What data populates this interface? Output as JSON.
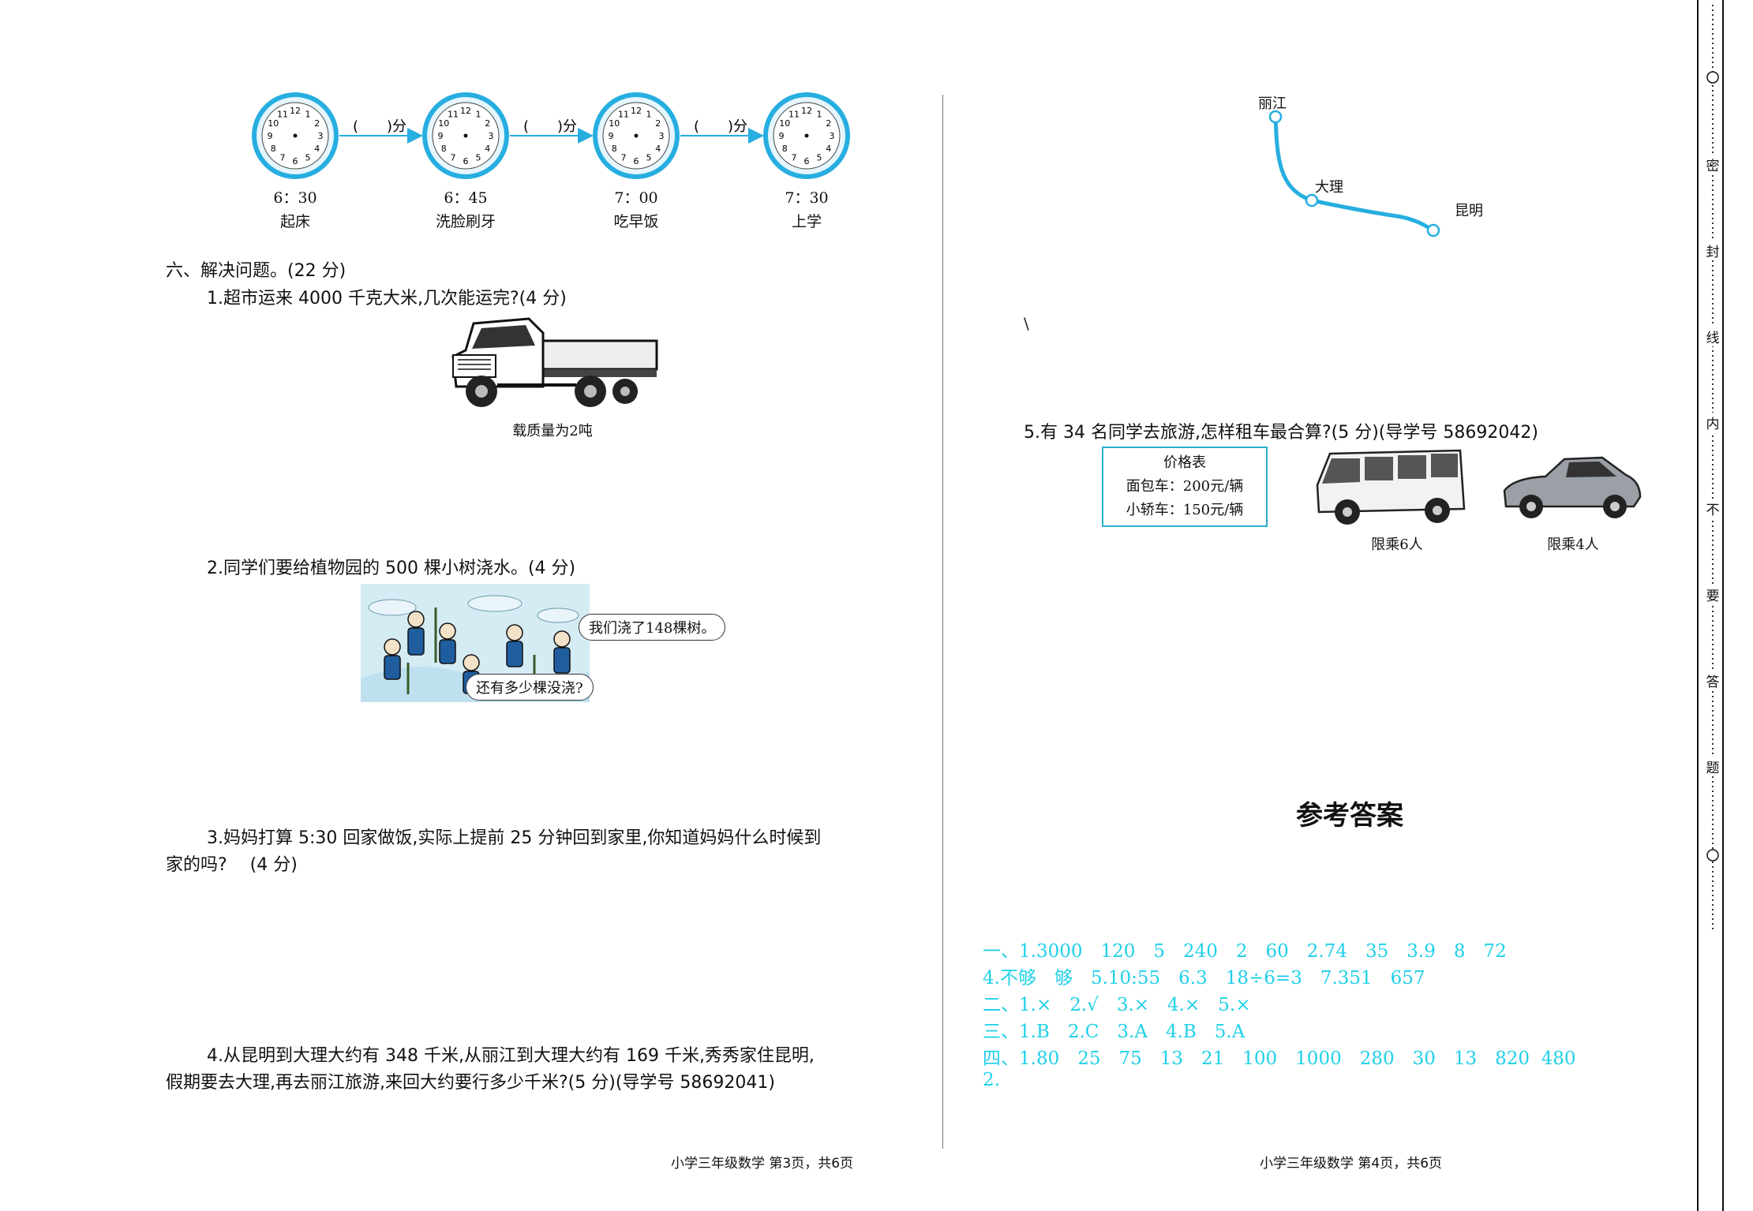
{
  "clocks": [
    {
      "time": "6：30",
      "label": "起床"
    },
    {
      "time": "6：45",
      "label": "洗脸刷牙"
    },
    {
      "time": "7：00",
      "label": "吃早饭"
    },
    {
      "time": "7：30",
      "label": "上学"
    }
  ],
  "clock_numbers": [
    "12",
    "1",
    "2",
    "3",
    "4",
    "5",
    "6",
    "7",
    "8",
    "9",
    "10",
    "11"
  ],
  "arrow_blank": "(　　)分",
  "section6": {
    "title": "六、解决问题。(22 分)",
    "q1": "1.超市运来 4000 千克大米,几次能运完?(4 分)",
    "truck_caption": "载质量为2吨",
    "q2": "2.同学们要给植物园的 500 棵小树浇水。(4 分)",
    "bubble1": "我们浇了148棵树。",
    "bubble2": "还有多少棵没浇?",
    "q3_line1": "3.妈妈打算 5:30 回家做饭,实际上提前 25 分钟回到家里,你知道妈妈什么时候到",
    "q3_line2": "家的吗?　 (4 分)",
    "q4_line1": "4.从昆明到大理大约有 348 千米,从丽江到大理大约有 169 千米,秀秀家住昆明,",
    "q4_line2": "假期要去大理,再去丽江旅游,来回大约要行多少千米?(5 分)(导学号 58692041)"
  },
  "map": {
    "lijiang": "丽江",
    "dali": "大理",
    "kunming": "昆明"
  },
  "stray_mark": "\\",
  "q5": {
    "text": "5.有 34 名同学去旅游,怎样租车最合算?(5 分)(导学号 58692042)",
    "price_title": "价格表",
    "price_van": "面包车：200元/辆",
    "price_car": "小轿车：150元/辆",
    "van_caption": "限乘6人",
    "car_caption": "限乘4人"
  },
  "answers": {
    "title": "参考答案",
    "lines": [
      "一、1.3000　120　5　240　2　60　2.74　35　3.9　8　72",
      "4.不够　够　5.10:55　6.3　18÷6=3　7.351　657",
      "二、1.×　2.√　3.×　4.×　5.×",
      "三、1.B　2.C　3.A　4.B　5.A",
      "四、1.80　25　75　13　21　100　1000　280　30　13　820  480",
      "2."
    ]
  },
  "footers": {
    "left": "小学三年级数学 第3页，共6页",
    "right": "小学三年级数学 第4页，共6页"
  },
  "binding": [
    "密",
    "封",
    "线",
    "内",
    "不",
    "要",
    "答",
    "题"
  ],
  "colors": {
    "clock": "#27aee0",
    "answer": "#1fd0e8",
    "route": "#27aee0"
  }
}
